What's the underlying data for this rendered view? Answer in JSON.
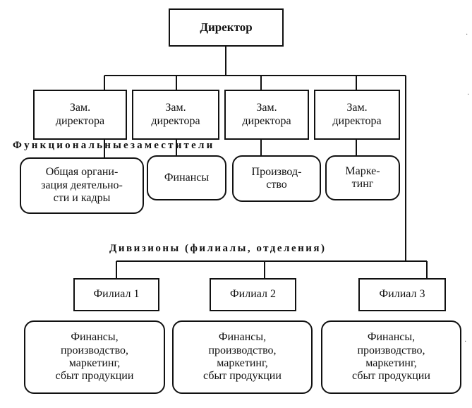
{
  "director": {
    "label": "Директор"
  },
  "deputies": [
    {
      "label": "Зам.\nдиректора"
    },
    {
      "label": "Зам.\nдиректора"
    },
    {
      "label": "Зам.\nдиректора"
    },
    {
      "label": "Зам.\nдиректора"
    }
  ],
  "functional_caption": "Функциональныезаместители",
  "functions": [
    {
      "label": "Общая органи-\nзация деятельно-\nсти и кадры"
    },
    {
      "label": "Финансы"
    },
    {
      "label": "Производ-\nство"
    },
    {
      "label": "Марке-\nтинг"
    }
  ],
  "divisions_caption": "Дивизионы (филиалы, отделения)",
  "branches": [
    {
      "label": "Филиал 1"
    },
    {
      "label": "Филиал 2"
    },
    {
      "label": "Филиал 3"
    }
  ],
  "branch_functions": [
    {
      "label": "Финансы,\nпроизводство,\nмаркетинг,\nсбыт продукции"
    },
    {
      "label": "Финансы,\nпроизводство,\nмаркетинг,\nсбыт продукции"
    },
    {
      "label": "Финансы,\nпроизводство,\nмаркетинг,\nсбыт продукции"
    }
  ]
}
